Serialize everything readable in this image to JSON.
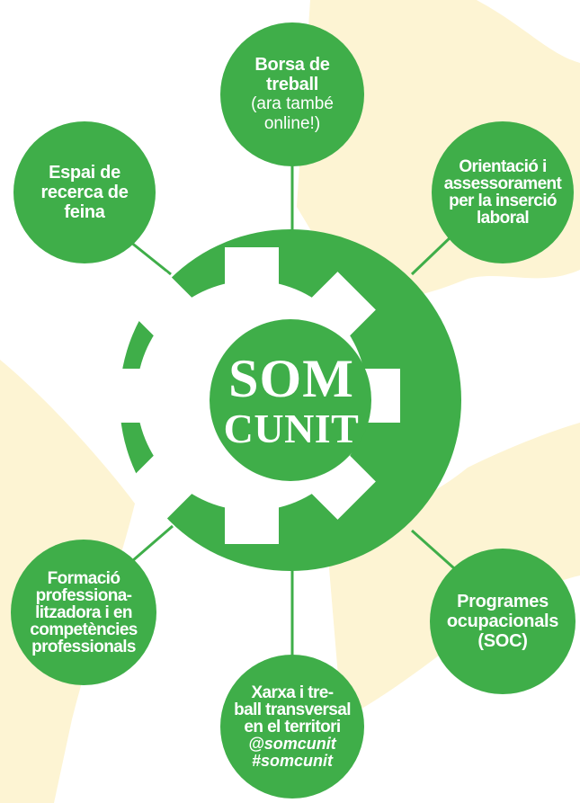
{
  "center": {
    "line1": "SOM",
    "line2": "CUNIT"
  },
  "nodes": {
    "borsa": {
      "line1": "Borsa de",
      "line2": "treball",
      "line3": "(ara també",
      "line4": "online!)"
    },
    "espai": {
      "line1": "Espai de",
      "line2": "recerca de",
      "line3": "feina"
    },
    "orientacio": {
      "line1": "Orientació i",
      "line2": "assessorament",
      "line3": "per la inserció",
      "line4": "laboral"
    },
    "formacio": {
      "line1": "Formació",
      "line2": "professiona-",
      "line3": "litzadora i en",
      "line4": "competències",
      "line5": "professionals"
    },
    "programes": {
      "line1": "Programes",
      "line2": "ocupacionals",
      "line3": "(SOC)"
    },
    "xarxa": {
      "line1": "Xarxa i tre-",
      "line2": "ball transversal",
      "line3": "en el territori",
      "line4": "@somcunit",
      "line5": "#somcunit"
    }
  },
  "colors": {
    "green": "#3fae49",
    "cream": "#fdf4d3",
    "white": "#ffffff"
  }
}
